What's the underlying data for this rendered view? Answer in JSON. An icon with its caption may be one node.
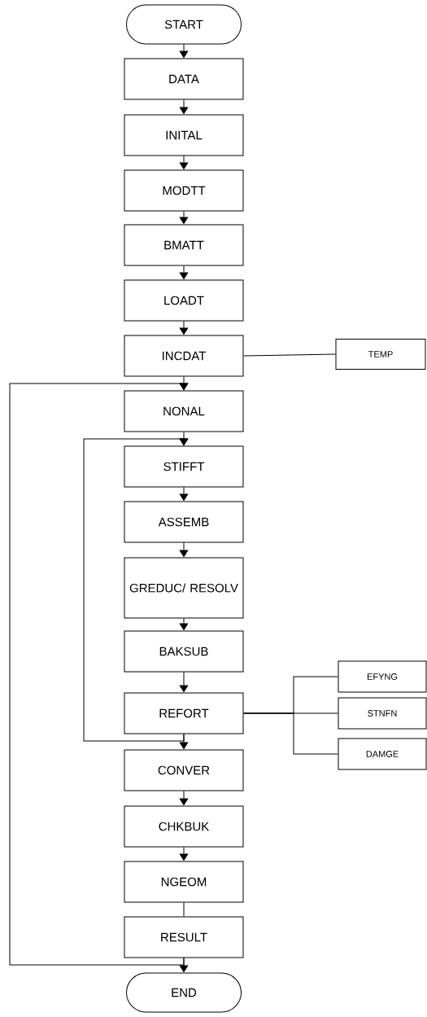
{
  "diagram": {
    "nodes": [
      {
        "text": [
          "START"
        ]
      },
      {
        "text": [
          "DATA"
        ]
      },
      {
        "text": [
          "INITAL"
        ]
      },
      {
        "text": [
          "MODTT"
        ]
      },
      {
        "text": [
          "BMATT"
        ]
      },
      {
        "text": [
          "LOADT"
        ]
      },
      {
        "text": [
          "INCDAT"
        ]
      },
      {
        "text": [
          "TEMP"
        ]
      },
      {
        "text": [
          "NONAL"
        ]
      },
      {
        "text": [
          "STIFFT"
        ]
      },
      {
        "text": [
          "ASSEMB"
        ]
      },
      {
        "text": [
          "GREDUC/ RESOLV"
        ]
      },
      {
        "text": [
          "BAKSUB"
        ]
      },
      {
        "text": [
          "EFYNG"
        ]
      },
      {
        "text": [
          "REFORT"
        ]
      },
      {
        "text": [
          "STNFN"
        ]
      },
      {
        "text": [
          "DAMGE"
        ]
      },
      {
        "text": [
          "CONVER"
        ]
      },
      {
        "text": [
          "CHKBUK"
        ]
      },
      {
        "text": [
          "NGEOM"
        ]
      },
      {
        "text": [
          "RESULT"
        ]
      },
      {
        "text": [
          "END"
        ]
      }
    ],
    "edges": [
      {
        "from": 0,
        "to": 1,
        "arrow": "to"
      },
      {
        "from": 1,
        "to": 2,
        "arrow": "to"
      },
      {
        "from": 2,
        "to": 3,
        "arrow": "to"
      },
      {
        "from": 3,
        "to": 4,
        "arrow": "to"
      },
      {
        "from": 4,
        "to": 5,
        "arrow": "to"
      },
      {
        "from": 5,
        "to": 6,
        "arrow": "to"
      },
      {
        "from": 6,
        "to": 7,
        "arrow": "none"
      },
      {
        "from": 6,
        "to": 8,
        "arrow": "to"
      },
      {
        "from": 8,
        "to": 9,
        "arrow": "to"
      },
      {
        "from": 9,
        "to": 10,
        "arrow": "to"
      },
      {
        "from": 10,
        "to": 11,
        "arrow": "to"
      },
      {
        "from": 11,
        "to": 12,
        "arrow": "to"
      },
      {
        "from": 12,
        "to": 14,
        "arrow": "to"
      },
      {
        "from": 14,
        "to": 13,
        "arrow": "none"
      },
      {
        "from": 14,
        "to": 15,
        "arrow": "none"
      },
      {
        "from": 14,
        "to": 16,
        "arrow": "none"
      },
      {
        "from": 14,
        "to": 9,
        "arrow": "to"
      },
      {
        "from": 14,
        "to": 17,
        "arrow": "to"
      },
      {
        "from": 17,
        "to": 18,
        "arrow": "to"
      },
      {
        "from": 18,
        "to": 19,
        "arrow": "to"
      },
      {
        "from": 19,
        "to": 20,
        "arrow": "none"
      },
      {
        "from": 20,
        "to": 8,
        "arrow": "to"
      },
      {
        "from": 20,
        "to": 21,
        "arrow": "to"
      }
    ]
  }
}
